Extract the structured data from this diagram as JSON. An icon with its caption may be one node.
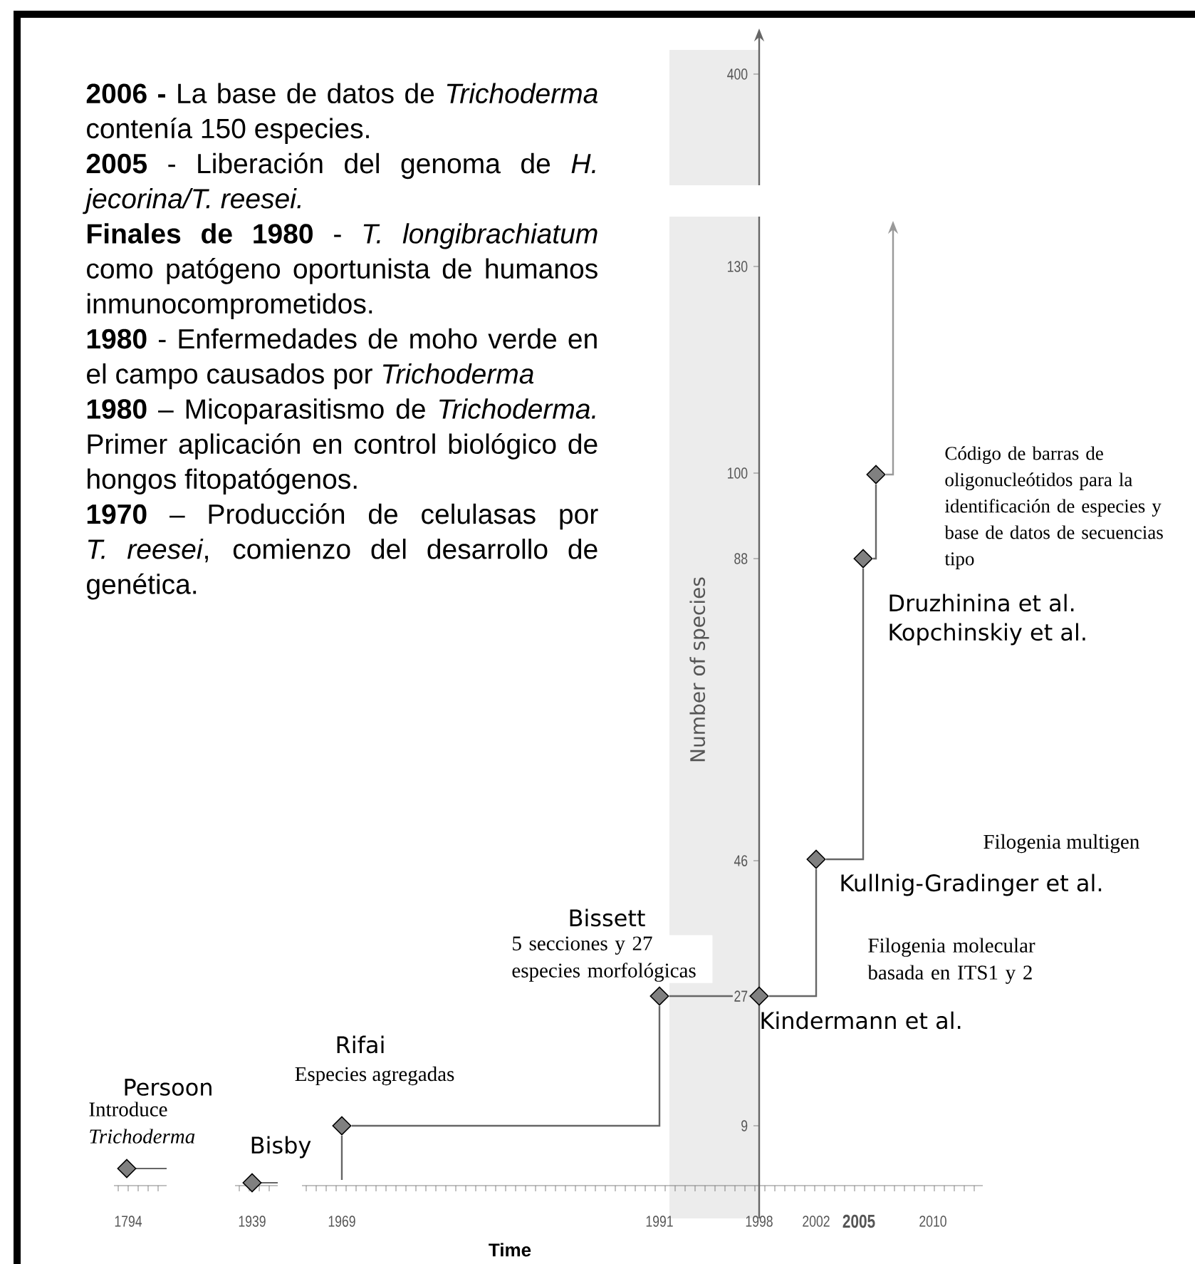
{
  "diagram": {
    "nodes": [
      {
        "text": [],
        "shape": "diamond",
        "beside": [
          "Persoon",
          "Introduce *Trichoderma*"
        ]
      },
      {
        "text": [],
        "shape": "diamond",
        "beside": [
          "Bisby"
        ]
      },
      {
        "text": [],
        "shape": "diamond",
        "beside": [
          "Rifai",
          "Especies agregadas"
        ]
      },
      {
        "text": [],
        "shape": "diamond",
        "beside": [
          "Bissett",
          "5 secciones y 27 especies morfológicas"
        ]
      },
      {
        "text": [],
        "shape": "diamond",
        "beside": [
          "Kindermann et al.",
          "Filogenia molecular basada en ITS1 y 2"
        ]
      },
      {
        "text": [],
        "shape": "diamond",
        "beside": [
          "Kullnig-Gradinger et al.",
          "Filogenia multigen"
        ]
      },
      {
        "text": [],
        "shape": "diamond",
        "beside": [
          "Druzhinina et al.",
          "Kopchinskiy et al."
        ]
      },
      {
        "text": [],
        "shape": "diamond",
        "beside": [
          "Código de barras de oligonucleótidos para la identificación de especies y base de datos de secuencias tipo"
        ]
      }
    ],
    "edges": [
      {
        "from": null,
        "to": 2,
        "arrow": "none"
      },
      {
        "from": 2,
        "to": 3,
        "arrow": "none"
      },
      {
        "from": 3,
        "to": 4,
        "arrow": "none"
      },
      {
        "from": 4,
        "to": 5,
        "arrow": "none"
      },
      {
        "from": 5,
        "to": 6,
        "arrow": "none"
      },
      {
        "from": 6,
        "to": 7,
        "arrow": "none"
      },
      {
        "from": 7,
        "to": null,
        "arrow": "to",
        "color": "#999999"
      }
    ],
    "labels": [
      "**2006 -** La base de datos de *Trichoderma* contenía 150 especies.",
      "**2005** - Liberación del genoma de *H. jecorina/T. reesei.*",
      "**Finales de 1980** - *T. longibrachiatum* como patógeno oportunista de humanos inmunocomprometidos.",
      "**1980** - Enfermedades de moho verde en el campo causados por *Trichoderma*",
      "**1980** – Micoparasitismo de *Trichoderma.* Primer aplicación en control biológico de hongos fitopatógenos.",
      "**1970** – Producción de celulasas por *T. reesei*, comienzo del desarrollo de genética.",
      "400",
      "130",
      "100",
      "88",
      "46",
      "27",
      "9",
      "Number of species",
      "1794",
      "1939",
      "1969",
      "1991",
      "1998",
      "2002",
      "2005",
      "2010",
      "Time"
    ]
  }
}
